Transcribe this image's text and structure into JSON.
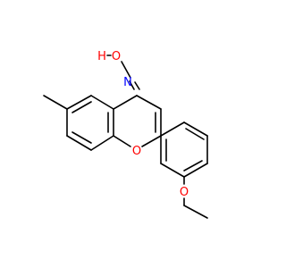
{
  "molecule": {
    "atoms": {
      "hydroxyl_h": {
        "label": "H",
        "color": "#ff0000"
      },
      "hydroxyl_o": {
        "label": "O",
        "color": "#ff0000"
      },
      "oxime_n": {
        "label": "N",
        "color": "#0000ff"
      },
      "ring_o": {
        "label": "O",
        "color": "#ff0000"
      },
      "methoxy_o": {
        "label": "O",
        "color": "#ff0000"
      }
    },
    "bond_color": "#000000"
  }
}
